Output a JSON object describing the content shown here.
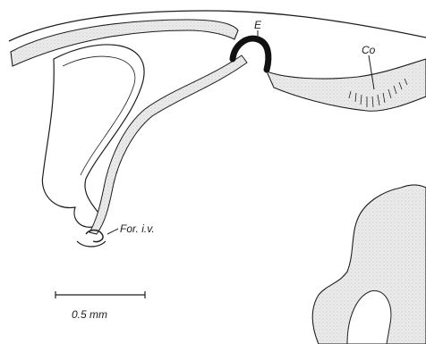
{
  "colors": {
    "ink": "#1d1d1d",
    "fill": "#e6e6e6",
    "stipple": "#d3d3d3",
    "background": "#ffffff"
  },
  "labels": {
    "ependyma": "E",
    "commissure": "Co",
    "foramen": "For. i.v."
  },
  "scale_bar": {
    "text": "0.5 mm"
  }
}
